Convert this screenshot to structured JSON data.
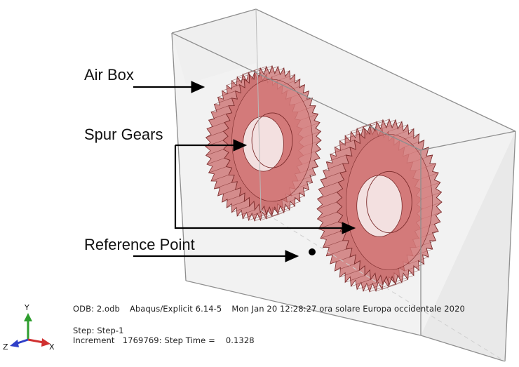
{
  "annotations": {
    "air_box": "Air Box",
    "spur_gears": "Spur Gears",
    "reference_point": "Reference Point"
  },
  "info": {
    "odb": "ODB: 2.odb",
    "solver": "Abaqus/Explicit 6.14-5",
    "datetime": "Mon Jan 20 12:28:27 ora solare Europa occidentale 2020",
    "step": "Step: Step-1",
    "increment": "Increment   1769769: Step Time =    0.1328"
  },
  "triad": {
    "y": "Y",
    "z": "Z",
    "x": "X"
  },
  "gear": {
    "teeth": 52
  },
  "colors": {
    "gear_fill": "#c96a6a",
    "gear_stroke": "#7a2a2a",
    "box_edge": "#9a9a9a",
    "box_fill": "#eeeeee",
    "axis_y": "#2e9e2e",
    "axis_x": "#d03030",
    "axis_z": "#3040c8"
  },
  "icons": [
    "coordinate-triad-icon",
    "reference-point-icon",
    "arrow-icon"
  ]
}
